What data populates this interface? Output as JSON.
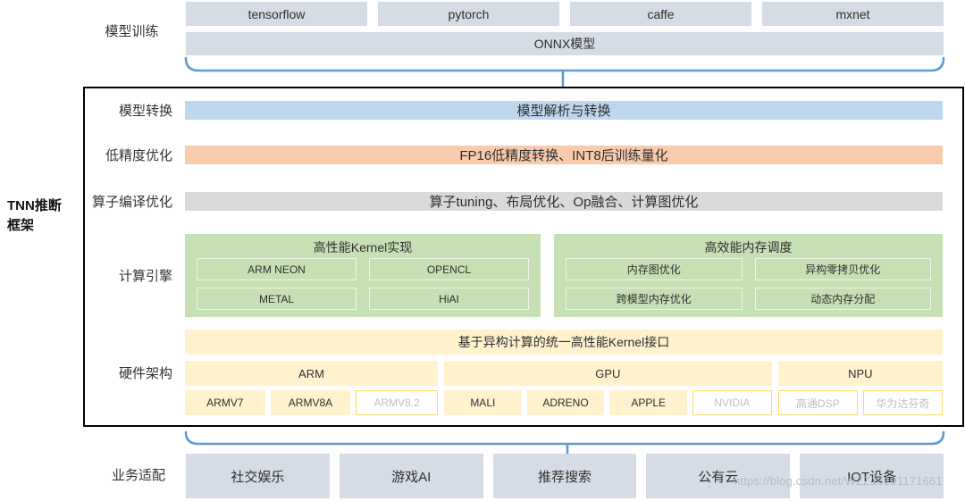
{
  "watermark": "https://blog.csdn.net/WZZ18191171661",
  "colors": {
    "box_gray_blue": "#d6dce5",
    "bar_blue": "#bdd7ee",
    "bar_orange": "#f8cbad",
    "bar_gray": "#d9d9d9",
    "panel_green": "#c6e0b4",
    "panel_yellow": "#fff2cc",
    "chip_outline_yellow": "#ffd966",
    "brace_blue": "#5b9bd5",
    "frame_border": "#000000"
  },
  "training": {
    "label": "模型训练",
    "frameworks": [
      "tensorflow",
      "pytorch",
      "caffe",
      "mxnet"
    ],
    "onnx_label": "ONNX模型"
  },
  "tnn": {
    "title_line1": "TNN推断",
    "title_line2": "框架",
    "rows": {
      "convert": {
        "label": "模型转换",
        "value": "模型解析与转换"
      },
      "precision": {
        "label": "低精度优化",
        "value": "FP16低精度转换、INT8后训练量化"
      },
      "compile": {
        "label": "算子编译优化",
        "value": "算子tuning、布局优化、Op融合、计算图优化"
      },
      "engine": {
        "label": "计算引擎",
        "kernel_panel": {
          "title": "高性能Kernel实现",
          "items": [
            "ARM NEON",
            "OPENCL",
            "METAL",
            "HiAI"
          ]
        },
        "memory_panel": {
          "title": "高效能内存调度",
          "items": [
            "内存图优化",
            "异构零拷贝优化",
            "跨模型内存优化",
            "动态内存分配"
          ]
        }
      },
      "hardware": {
        "label": "硬件架构",
        "interface": "基于异构计算的统一高性能Kernel接口",
        "groups": [
          {
            "name": "ARM",
            "chips": [
              "ARMV7",
              "ARMV8A",
              "ARMV8.2"
            ]
          },
          {
            "name": "GPU",
            "chips": [
              "MALI",
              "ADRENO",
              "APPLE",
              "NVIDIA"
            ]
          },
          {
            "name": "NPU",
            "chips": [
              "高通DSP",
              "华为达芬奇"
            ]
          }
        ]
      }
    }
  },
  "business": {
    "label": "业务适配",
    "items": [
      "社交娱乐",
      "游戏AI",
      "推荐搜索",
      "公有云",
      "IOT设备"
    ]
  }
}
